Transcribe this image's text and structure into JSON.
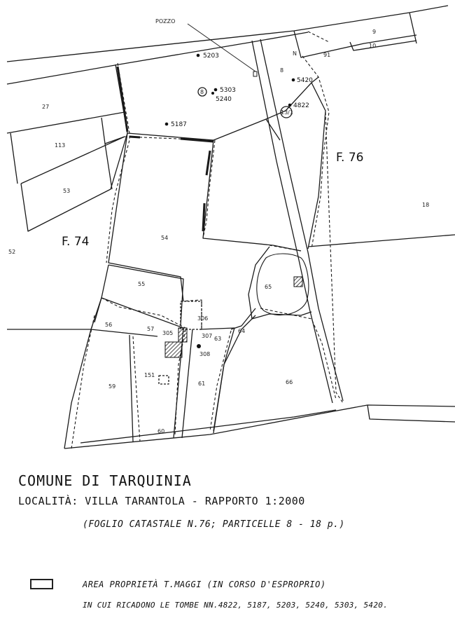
{
  "map": {
    "well_label": "POZZO",
    "sheet_labels": [
      "F. 74",
      "F. 76"
    ],
    "parcels": [
      "27",
      "113",
      "53",
      "52",
      "54",
      "55",
      "56",
      "57",
      "59",
      "60",
      "61",
      "63",
      "64",
      "65",
      "66",
      "151",
      "18",
      "8",
      "9",
      "10",
      "91",
      "305",
      "306",
      "307",
      "308"
    ],
    "tomb_labels": [
      "5203",
      "5303",
      "5240",
      "5187",
      "5420",
      "4822"
    ],
    "circled_marks": [
      "8",
      "13/1"
    ],
    "small_mark": "N"
  },
  "caption": {
    "title": "COMUNE DI TARQUINIA",
    "locality": "LOCALITÀ: VILLA TARANTOLA - RAPPORTO 1:2000",
    "foglio": "(FOGLIO CATASTALE N.76; PARTICELLE 8 - 18 p.)"
  },
  "legend": {
    "line1": "AREA PROPRIETÀ T.MAGGI (IN CORSO D'ESPROPRIO)",
    "line2": "IN CUI RICADONO LE TOMBE NN.4822, 5187, 5203, 5240, 5303, 5420."
  }
}
